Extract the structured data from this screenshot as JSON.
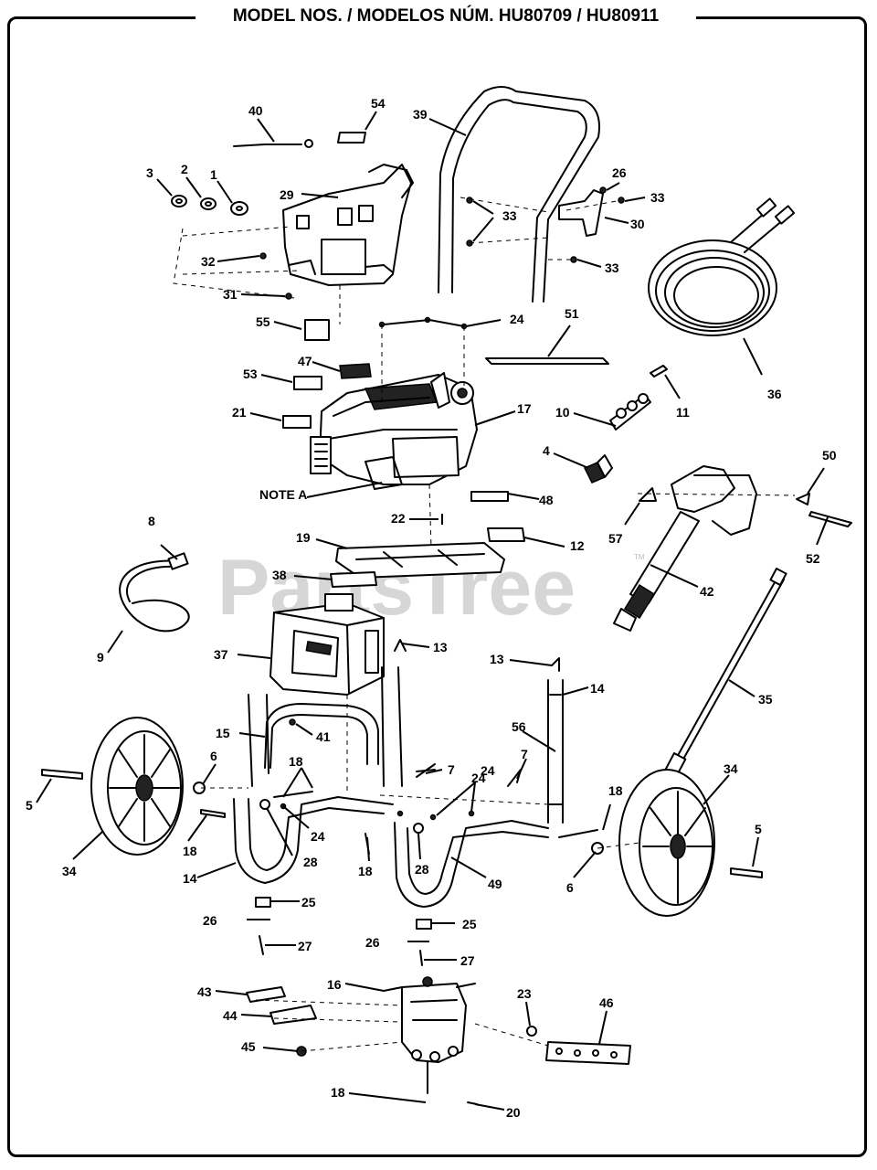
{
  "title": "MODEL NOS. / MODELOS NÚM. HU80709 / HU80911",
  "watermark": "PartsTree",
  "trademark": "TM",
  "note": "NOTE A",
  "callouts": [
    "40",
    "54",
    "39",
    "3",
    "2",
    "1",
    "29",
    "26",
    "33",
    "30",
    "33",
    "32",
    "33",
    "31",
    "55",
    "24",
    "51",
    "47",
    "53",
    "36",
    "21",
    "17",
    "10",
    "11",
    "4",
    "8",
    "22",
    "48",
    "50",
    "19",
    "12",
    "57",
    "52",
    "38",
    "42",
    "13",
    "37",
    "9",
    "13",
    "14",
    "15",
    "41",
    "35",
    "56",
    "7",
    "7",
    "34",
    "18",
    "24",
    "5",
    "6",
    "5",
    "18",
    "34",
    "24",
    "18",
    "28",
    "18",
    "28",
    "24",
    "6",
    "14",
    "49",
    "25",
    "26",
    "25",
    "26",
    "27",
    "27",
    "43",
    "16",
    "23",
    "46",
    "44",
    "45",
    "18",
    "20"
  ]
}
